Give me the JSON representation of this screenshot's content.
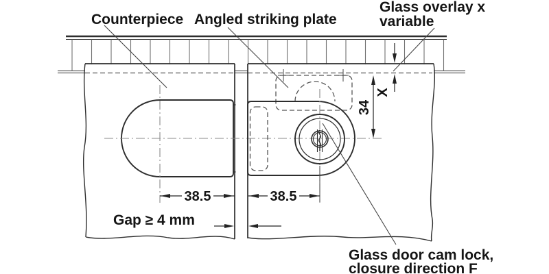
{
  "labels": {
    "counterpiece": "Counterpiece",
    "striking_plate": "Angled striking plate",
    "glass_overlay_line1": "Glass overlay x",
    "glass_overlay_line2": "variable",
    "cam_lock_line1": "Glass door cam lock,",
    "cam_lock_line2": "closure direction F",
    "gap_note": "Gap ≥ 4 mm"
  },
  "dimensions": {
    "counterpiece_width": "38.5",
    "lock_width": "38.5",
    "center_height": "34",
    "overlay_variable": "X"
  },
  "colors": {
    "background": "#ffffff",
    "main_line": "#2d2d2d",
    "hidden_line": "#555555",
    "centerline": "#8a8a8a",
    "text": "#151515"
  }
}
